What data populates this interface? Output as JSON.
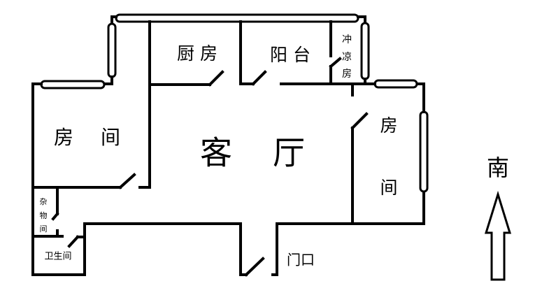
{
  "rooms": {
    "kitchen": "厨 房",
    "balcony": "阳 台",
    "shower": [
      "冲",
      "凉",
      "房"
    ],
    "bedroom_left": [
      "房",
      "间"
    ],
    "living_room": [
      "客",
      "厅"
    ],
    "bedroom_right": [
      "房",
      "间"
    ],
    "storage": [
      "杂",
      "物",
      "间"
    ],
    "bathroom": "卫生间",
    "entrance": "门口"
  },
  "compass": {
    "label": "南",
    "icon": "up-arrow-icon"
  },
  "colors": {
    "line": "#000000",
    "background": "#ffffff"
  }
}
